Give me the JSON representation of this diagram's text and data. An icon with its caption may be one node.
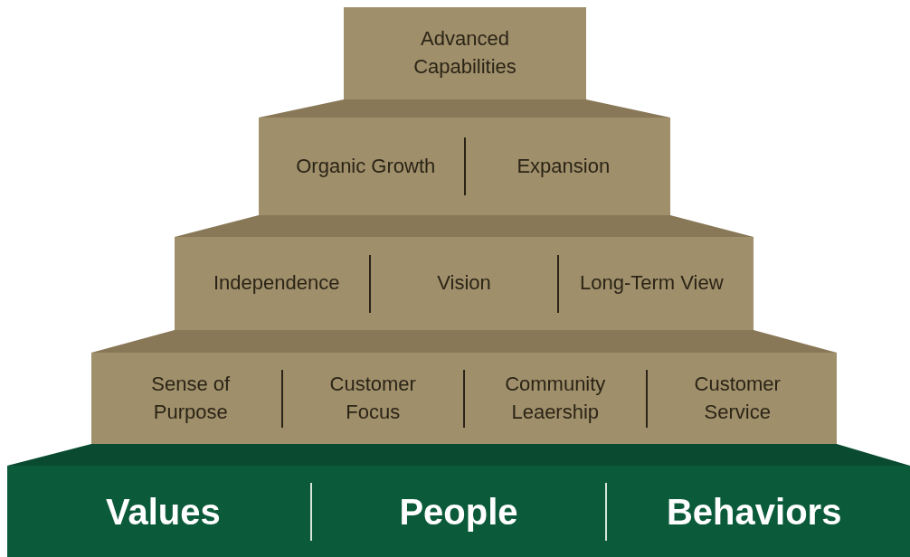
{
  "diagram": {
    "nodes": [
      {
        "text": [
          "Advanced Capabilities"
        ]
      },
      {
        "text": [
          "Organic Growth",
          "Expansion"
        ]
      },
      {
        "text": [
          "Independence",
          "Vision",
          "Long-Term View"
        ]
      },
      {
        "text": [
          "Sense of Purpose",
          "Customer Focus",
          "Community Leaership",
          "Customer Service"
        ]
      },
      {
        "text": [
          "Values",
          "People",
          "Behaviors"
        ]
      }
    ]
  }
}
